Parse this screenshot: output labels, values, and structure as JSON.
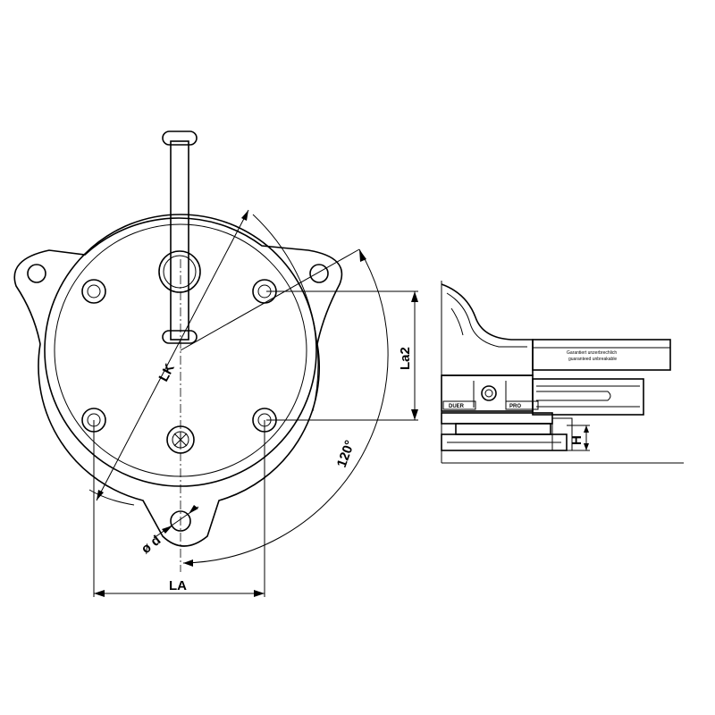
{
  "labels": {
    "lk": "LK",
    "la2": "La2",
    "angle": "120°",
    "phi_d": "ø d",
    "la": "LA",
    "h": "H"
  },
  "side_view": {
    "plate_text_de": "Garantiert unzerbrechlich",
    "plate_text_en": "guaranteed unbreakable",
    "badge_left": "DUER",
    "badge_right": "PRO"
  }
}
